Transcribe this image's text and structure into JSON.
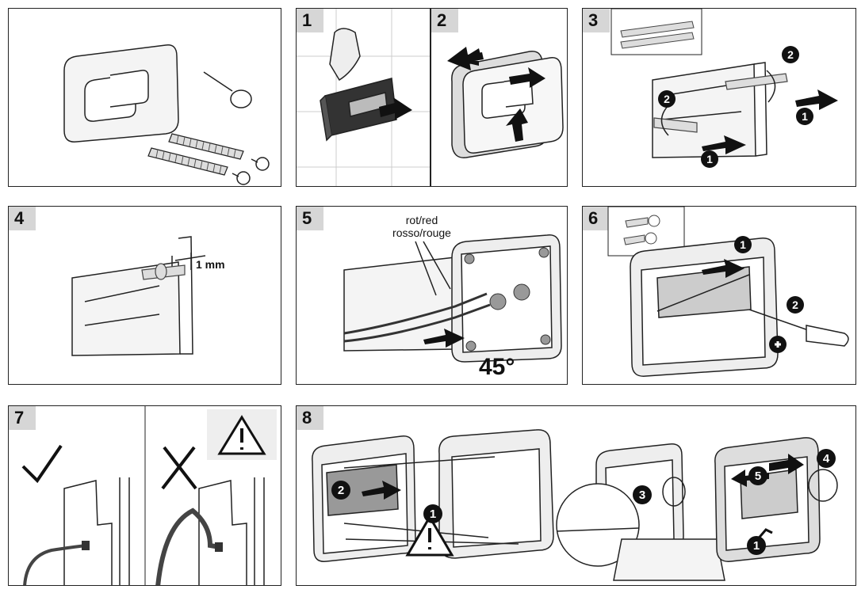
{
  "steps": {
    "s1": "1",
    "s2": "2",
    "s3": "3",
    "s4": "4",
    "s5": "5",
    "s6": "6",
    "s7": "7",
    "s8": "8"
  },
  "labels": {
    "gap": "1 mm",
    "cable_line1": "rot/red",
    "cable_line2": "rosso/rouge",
    "angle": "45°"
  },
  "markers": {
    "one": "1",
    "two": "2",
    "three": "3",
    "four": "4",
    "five": "5"
  },
  "icons": [
    "warning-icon",
    "check-icon",
    "cross-icon",
    "plus-icon",
    "arrow-icon"
  ]
}
